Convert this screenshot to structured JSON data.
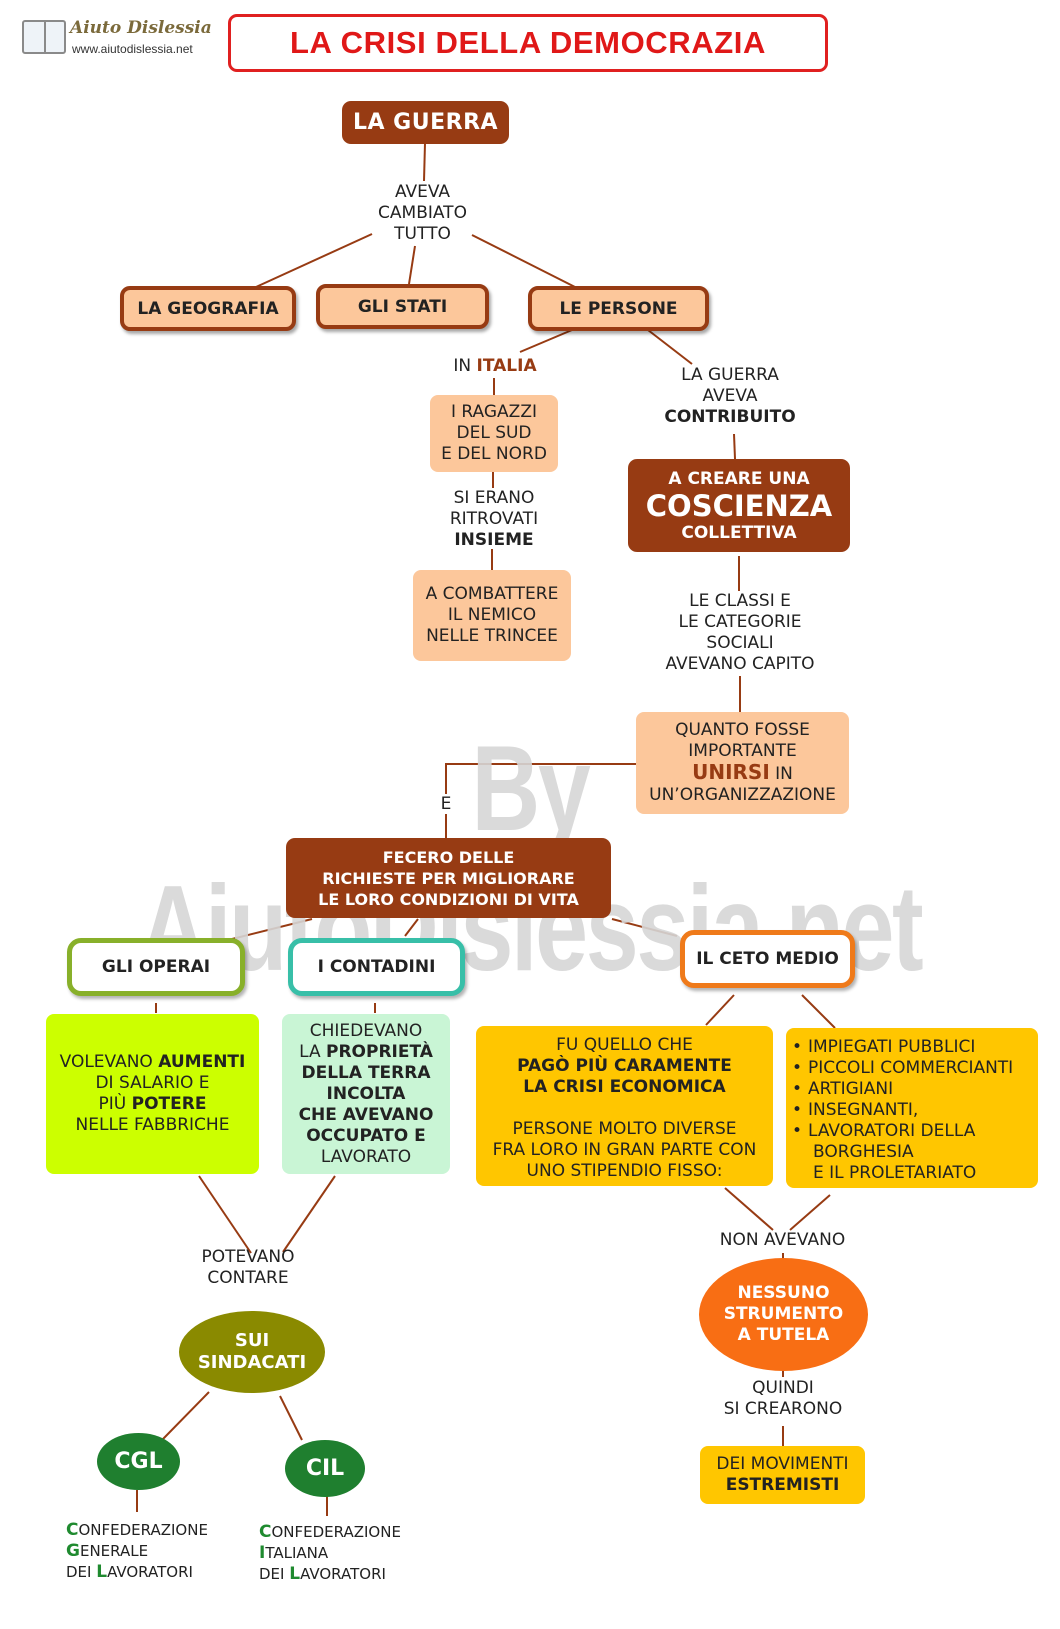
{
  "logo": {
    "name": "Aiuto Dislessia",
    "url": "www.aiutodislessia.net"
  },
  "title": "LA CRISI DELLA DEMOCRAZIA",
  "watermark": "By AiutoDislessia.net",
  "guerra": "LA GUERRA",
  "cambiato": [
    "AVEVA",
    "CAMBIATO",
    "TUTTO"
  ],
  "geografia": "LA GEOGRAFIA",
  "stati": "GLI STATI",
  "persone": "LE PERSONE",
  "in_italia": {
    "prefix": "IN ",
    "word": "ITALIA"
  },
  "ragazzi": [
    "I RAGAZZI",
    "DEL SUD",
    "E DEL NORD"
  ],
  "erano": [
    "SI ERANO",
    "RITROVATI"
  ],
  "insieme": "INSIEME",
  "combattere": [
    "A COMBATTERE",
    "IL NEMICO",
    "NELLE TRINCEE"
  ],
  "contribuito": [
    "LA GUERRA",
    "AVEVA"
  ],
  "contribuito_bold": "CONTRIBUITO",
  "coscienza": {
    "top": "A CREARE UNA",
    "big": "COSCIENZA",
    "bottom": "COLLETTIVA"
  },
  "classi": [
    "LE CLASSI E",
    "LE CATEGORIE",
    "SOCIALI",
    "AVEVANO CAPITO"
  ],
  "quanto": {
    "line1": "QUANTO FOSSE",
    "line2": "IMPORTANTE",
    "unirsi": "UNIRSI",
    "in": " IN",
    "line4": "UN’ORGANIZZAZIONE"
  },
  "e": "E",
  "fecero": [
    "FECERO DELLE",
    "RICHIESTE PER MIGLIORARE",
    "LE LORO CONDIZIONI  DI VITA"
  ],
  "operai": "GLI OPERAI",
  "contadini": "I CONTADINI",
  "ceto": "IL CETO MEDIO",
  "volevano": {
    "l1a": "VOLEVANO ",
    "l1b": "AUMENTI",
    "l2": "DI SALARIO E",
    "l3a": "PIÙ ",
    "l3b": "POTERE",
    "l4": "NELLE FABBRICHE"
  },
  "chiedevano": {
    "l1": "CHIEDEVANO",
    "l2a": "LA ",
    "l2b": "PROPRIETÀ",
    "l3": "DELLA TERRA",
    "l4": "INCOLTA",
    "l5": "CHE AVEVANO",
    "l6": "OCCUPATO E",
    "l7": "LAVORATO"
  },
  "fu_quello": {
    "l1": "FU QUELLO CHE",
    "l2": "PAGÒ PIÙ CARAMENTE",
    "l3": "LA CRISI ECONOMICA",
    "l4": "PERSONE MOLTO DIVERSE",
    "l5": "FRA LORO IN GRAN PARTE CON",
    "l6": "UNO STIPENDIO FISSO:"
  },
  "categorie": [
    "IMPIEGATI PUBBLICI",
    "PICCOLI COMMERCIANTI",
    "ARTIGIANI",
    "INSEGNANTI,",
    "LAVORATORI DELLA"
  ],
  "categorie_cont": [
    "BORGHESIA",
    "E IL PROLETARIATO"
  ],
  "potevano": [
    "POTEVANO",
    "CONTARE"
  ],
  "sindacati": [
    "SUI",
    "SINDACATI"
  ],
  "cgl": "CGL",
  "cil": "CIL",
  "cgl_full": [
    {
      "ini": "C",
      "rest": "ONFEDERAZIONE"
    },
    {
      "ini": "G",
      "rest": "ENERALE"
    },
    {
      "pre": "DEI ",
      "ini": "L",
      "rest": "AVORATORI"
    }
  ],
  "cil_full": [
    {
      "ini": "C",
      "rest": "ONFEDERAZIONE"
    },
    {
      "ini": "I",
      "rest": "TALIANA"
    },
    {
      "pre": "DEI ",
      "ini": "L",
      "rest": "AVORATORI"
    }
  ],
  "non_avevano": "NON AVEVANO",
  "nessuno": [
    "NESSUNO",
    "STRUMENTO",
    "A TUTELA"
  ],
  "quindi": [
    "QUINDI",
    "SI CREARONO"
  ],
  "movimenti": [
    "DEI MOVIMENTI"
  ],
  "estremisti": "ESTREMISTI",
  "colors": {
    "dark": "#973b13",
    "peach": "#fcc79b",
    "title": "#e01818",
    "lime": "#ccff00",
    "mint": "#c9f5d5",
    "gold": "#ffc600",
    "olive": "#8a8a00",
    "green": "#1f7f2f",
    "orange": "#f86e14"
  }
}
